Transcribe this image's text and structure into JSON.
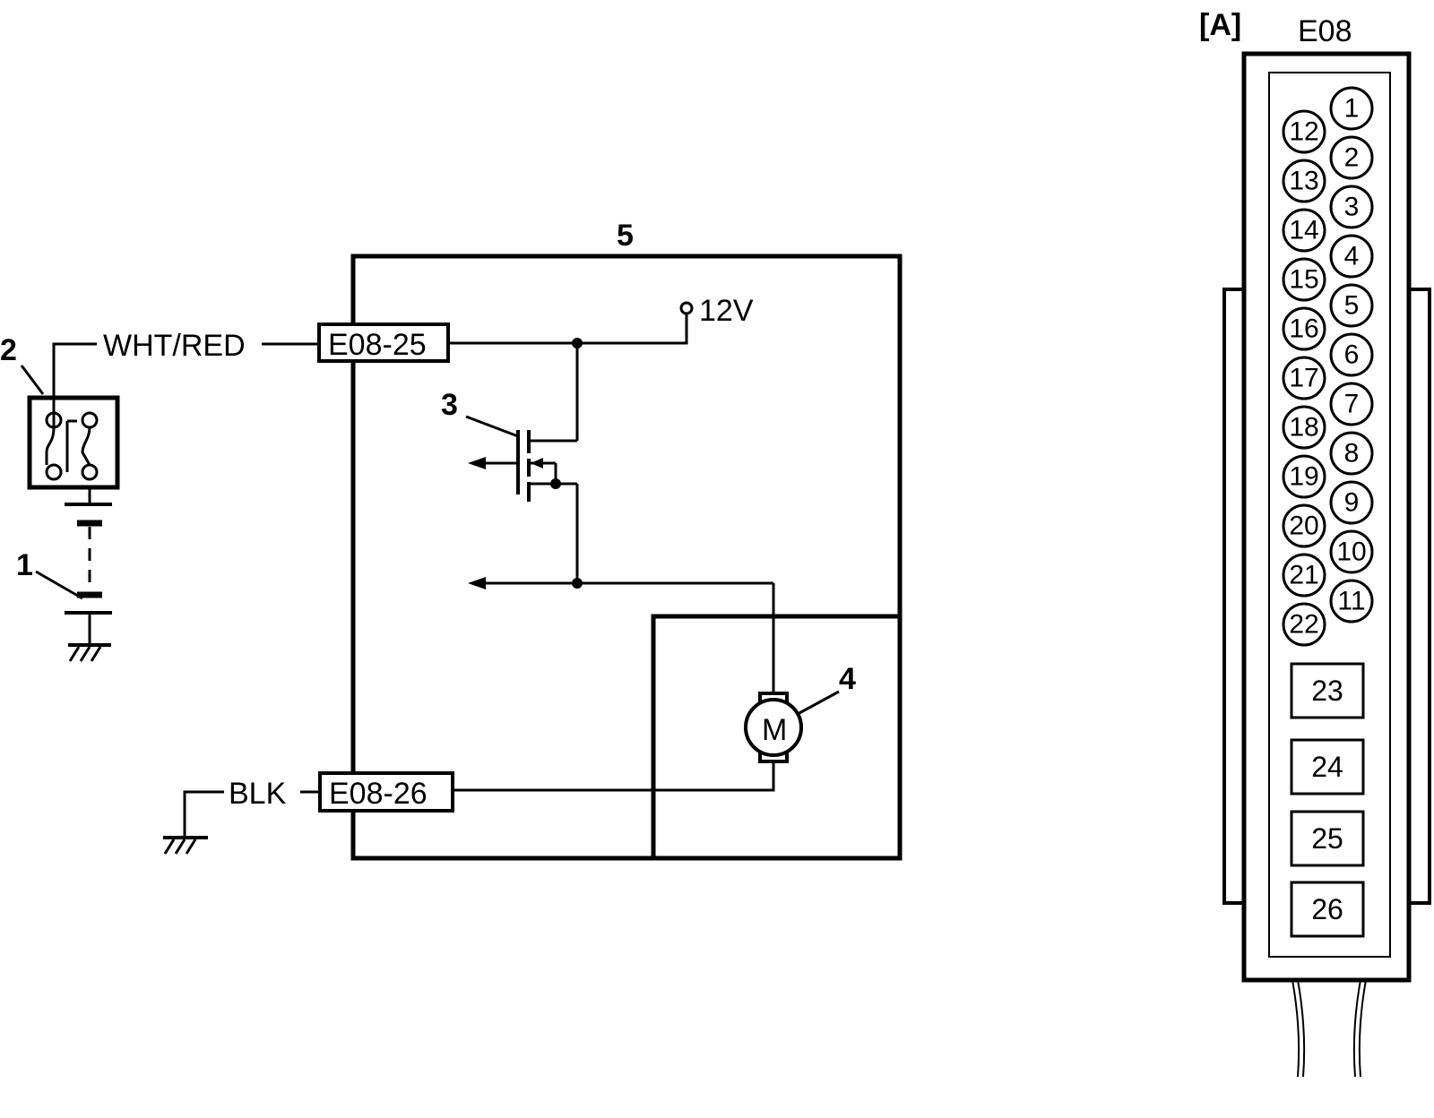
{
  "callouts": {
    "battery": "1",
    "ignition_switch": "2",
    "transistor": "3",
    "motor": "4",
    "module": "5"
  },
  "wires": {
    "power_wire": "WHT/RED",
    "ground_wire": "BLK"
  },
  "terminals": {
    "power_terminal": "E08-25",
    "ground_terminal": "E08-26"
  },
  "supply": "12V",
  "motor_symbol": "M",
  "connector": {
    "view_label": "[A]",
    "name": "E08",
    "right_column_pins": [
      "1",
      "2",
      "3",
      "4",
      "5",
      "6",
      "7",
      "8",
      "9",
      "10",
      "11"
    ],
    "left_column_pins": [
      "12",
      "13",
      "14",
      "15",
      "16",
      "17",
      "18",
      "19",
      "20",
      "21",
      "22"
    ],
    "square_pins": [
      "23",
      "24",
      "25",
      "26"
    ]
  }
}
